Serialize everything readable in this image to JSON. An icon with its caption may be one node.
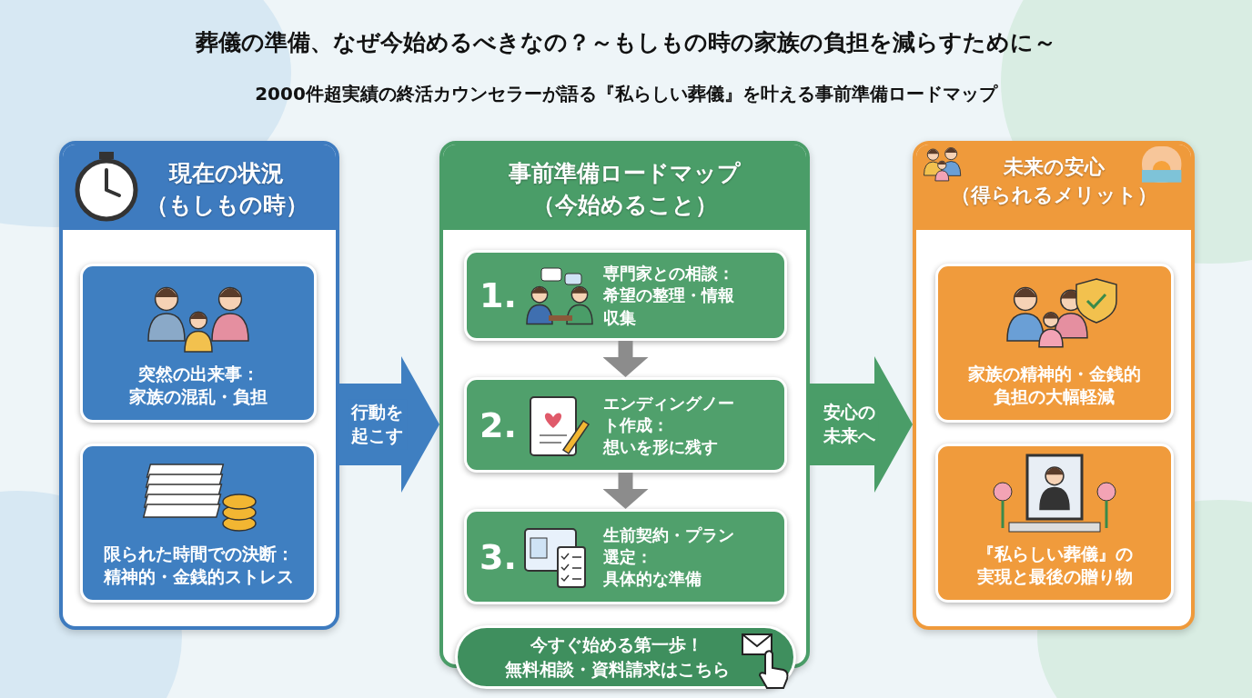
{
  "diagram": {
    "title": "葬儀の準備、なぜ今始めるべきなの？～もしもの時の家族の負担を減らすために～",
    "nodes": [
      {
        "text": [
          "現在の状況（もしもの時）"
        ]
      },
      {
        "text": [
          "突然の出来事：家族の混乱・負担"
        ],
        "in": 0
      },
      {
        "text": [
          "限られた時間での決断：精神的・金銭的ストレス"
        ],
        "in": 0
      },
      {
        "text": [
          "事前準備ロードマップ（今始めること）"
        ]
      },
      {
        "text": [
          "1.",
          "専門家との相談：希望の整理・情報収集"
        ],
        "in": 3
      },
      {
        "text": [
          "2.",
          "エンディングノート作成：想いを形に残す"
        ],
        "in": 3
      },
      {
        "text": [
          "3.",
          "生前契約・プラン選定：具体的な準備"
        ],
        "in": 3
      },
      {
        "text": [
          "今すぐ始める第一歩！無料相談・資料請求はこちら"
        ]
      },
      {
        "text": [
          "未来の安心（得られるメリット）"
        ]
      },
      {
        "text": [
          "家族の精神的・金銭的負担の大幅軽減"
        ],
        "in": 8
      },
      {
        "text": [
          "『私らしい葬儀』の実現と最後の贈り物"
        ],
        "in": 8
      }
    ],
    "edges": [
      {
        "from": 0,
        "to": 3,
        "arrow": "to",
        "label": "行動を起こす",
        "style": "thick",
        "color": "#3f7fc1"
      },
      {
        "from": 4,
        "to": 5,
        "arrow": "to"
      },
      {
        "from": 5,
        "to": 6,
        "arrow": "to"
      },
      {
        "from": 3,
        "to": 8,
        "arrow": "to",
        "label": "安心の未来へ",
        "style": "thick",
        "color": "#4a9d68"
      }
    ],
    "labels": [
      "2000件超実績の終活カウンセラーが語る『私らしい葬儀』を叶える事前準備ロードマップ"
    ]
  }
}
